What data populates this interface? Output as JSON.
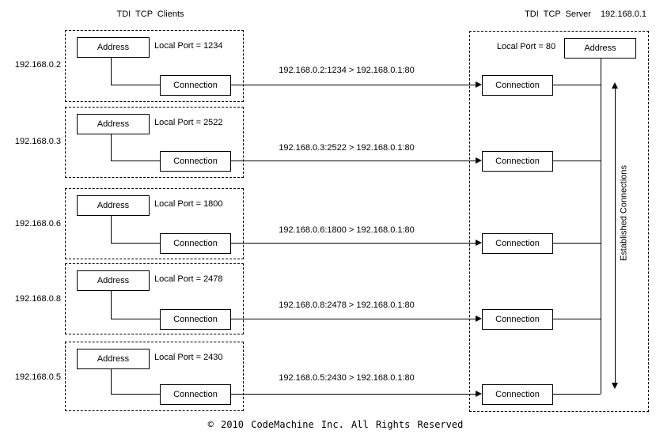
{
  "header": {
    "clients_title": "TDI TCP Clients",
    "server_title": "TDI TCP Server",
    "server_ip": "192.168.0.1"
  },
  "labels": {
    "address": "Address",
    "connection": "Connection"
  },
  "clients": [
    {
      "ip": "192.168.0.2",
      "local_port_label": "Local Port = 1234",
      "flow_label": "192.168.0.2:1234 > 192.168.0.1:80"
    },
    {
      "ip": "192.168.0.3",
      "local_port_label": "Local Port = 2522",
      "flow_label": "192.168.0.3:2522 > 192.168.0.1:80"
    },
    {
      "ip": "192.168.0.6",
      "local_port_label": "Local Port = 1800",
      "flow_label": "192.168.0.6:1800 > 192.168.0.1:80"
    },
    {
      "ip": "192.168.0.8",
      "local_port_label": "Local Port = 2478",
      "flow_label": "192.168.0.8:2478 > 192.168.0.1:80"
    },
    {
      "ip": "192.168.0.5",
      "local_port_label": "Local Port = 2430",
      "flow_label": "192.168.0.5:2430 > 192.168.0.1:80"
    }
  ],
  "server": {
    "local_port_label": "Local Port = 80",
    "established_label": "Established Connections"
  },
  "footer": {
    "copyright": "© 2010 CodeMachine Inc. All Rights Reserved"
  }
}
